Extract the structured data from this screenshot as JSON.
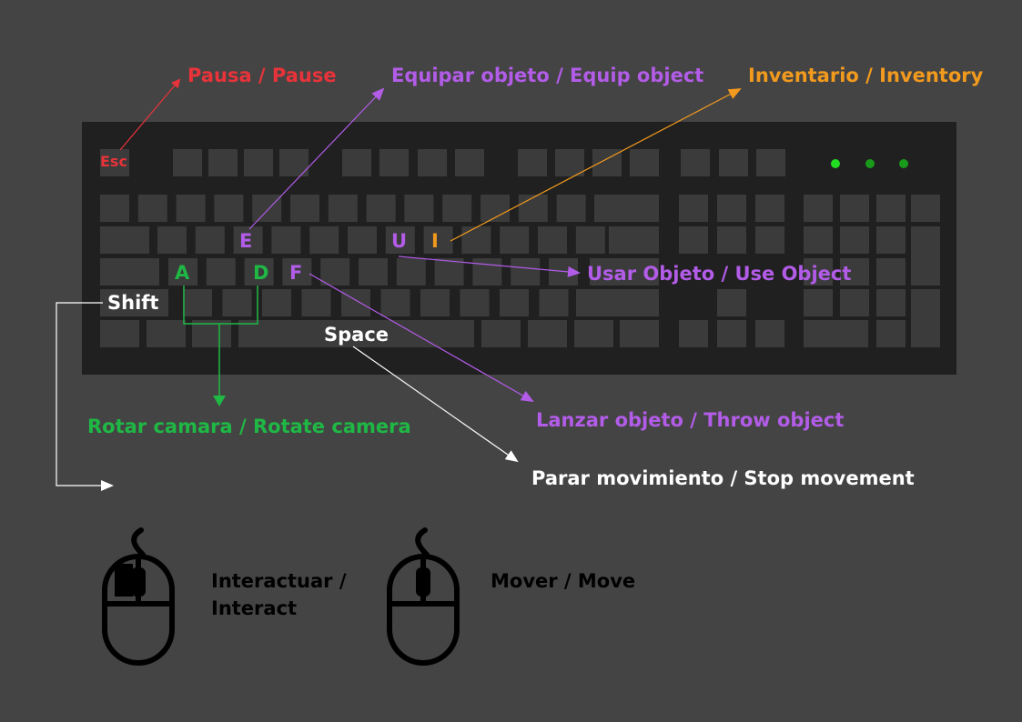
{
  "colors": {
    "background": "#444444",
    "keyboard": "#202020",
    "key": "#3b3b3b",
    "red": "#e8333a",
    "purple": "#b25ce8",
    "orange": "#f29a1d",
    "green": "#1fb845",
    "white": "#ffffff",
    "led": "#22cc22"
  },
  "keys": {
    "esc": "Esc",
    "e": "E",
    "u": "U",
    "i": "I",
    "a": "A",
    "d": "D",
    "f": "F",
    "shift": "Shift",
    "space": "Space"
  },
  "labels": {
    "pause": "Pausa / Pause",
    "equip": "Equipar objeto / Equip object",
    "inventory": "Inventario / Inventory",
    "use": "Usar Objeto / Use Object",
    "rotate": "Rotar camara / Rotate camera",
    "throw": "Lanzar objeto / Throw object",
    "stop": "Parar movimiento / Stop movement"
  },
  "mouse": {
    "interact_line1": "Interactuar /",
    "interact_line2": "Interact",
    "move": "Mover / Move"
  },
  "icons": [
    "arrow-icon",
    "mouse-icon",
    "led-indicator-icon"
  ]
}
